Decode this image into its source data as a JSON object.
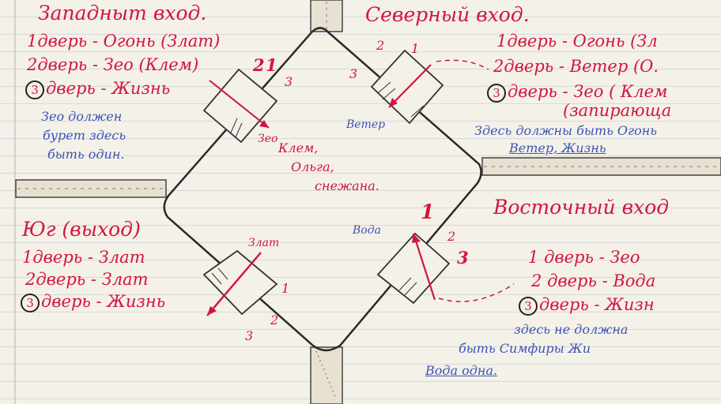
{
  "west": {
    "title": "Западныт вход.",
    "doors": [
      {
        "num": "1",
        "text": "дверь - Огонь (Злат)"
      },
      {
        "num": "2",
        "text": "дверь - Зео (Клем)"
      },
      {
        "num": "3",
        "text": "дверь - Жизнь"
      }
    ],
    "note": [
      "Зео должен",
      "бурет здесь",
      "быть один."
    ]
  },
  "north": {
    "title": "Северный вход.",
    "doors": [
      {
        "num": "1",
        "text": "дверь - Огонь (Зл"
      },
      {
        "num": "2",
        "text": "дверь - Ветер (О."
      },
      {
        "num": "3",
        "text": "дверь - Зео ( Клем"
      }
    ],
    "door3_extra": "(запирающа",
    "note": [
      "Здесь должны быть Огонь",
      "Ветер, Жизнь"
    ]
  },
  "east": {
    "title": "Восточный вход",
    "doors": [
      {
        "num": "1",
        "text": "дверь - Зео"
      },
      {
        "num": "2",
        "text": "дверь - Вода"
      },
      {
        "num": "3",
        "text": "дверь - Жизн"
      }
    ],
    "note": [
      "здесь не должна",
      "быть Симфиры Жи",
      "Вода одна."
    ]
  },
  "south": {
    "title": "Юг (выход)",
    "doors": [
      {
        "num": "1",
        "text": "дверь - Злат"
      },
      {
        "num": "2",
        "text": "дверь - Злат"
      },
      {
        "num": "3",
        "text": "дверь - Жизнь"
      }
    ]
  },
  "center": {
    "lines": [
      "Клем,",
      "Ольга,",
      "снежана."
    ]
  },
  "gate_labels": {
    "nw": {
      "element": "Зео",
      "nums": [
        "2",
        "1",
        "3"
      ]
    },
    "ne": {
      "element": "Ветер",
      "nums": [
        "2",
        "1",
        "3"
      ]
    },
    "se": {
      "element": "Вода",
      "nums": [
        "1",
        "2",
        "3"
      ]
    },
    "sw": {
      "element": "Злат",
      "nums": [
        "1",
        "2",
        "3"
      ]
    }
  }
}
